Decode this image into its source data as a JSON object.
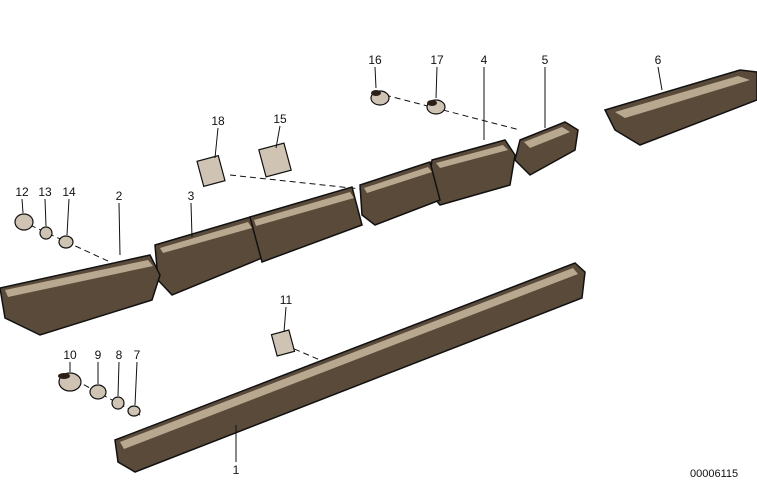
{
  "diagram": {
    "callouts": [
      "1",
      "2",
      "3",
      "4",
      "5",
      "6",
      "7",
      "8",
      "9",
      "10",
      "11",
      "12",
      "13",
      "14",
      "15",
      "16",
      "17",
      "18"
    ],
    "reference_code": "00006115"
  }
}
